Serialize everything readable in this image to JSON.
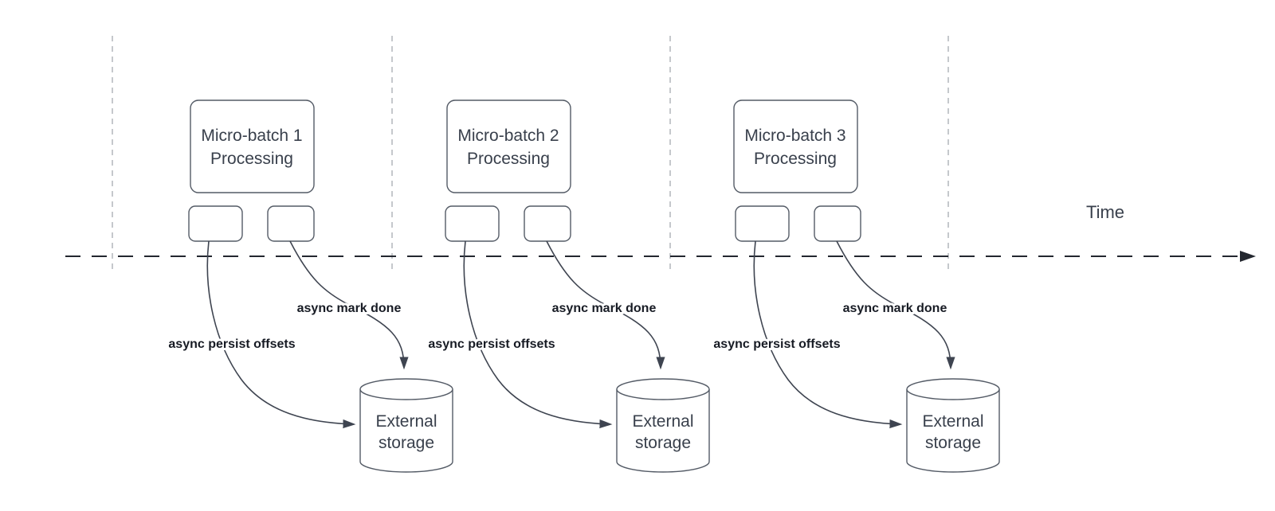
{
  "diagram": {
    "time_axis_label": "Time",
    "batches": [
      {
        "title_line1": "Micro-batch 1",
        "title_line2": "Processing",
        "persist_label": "async persist offsets",
        "mark_done_label": "async mark done",
        "storage_line1": "External",
        "storage_line2": "storage"
      },
      {
        "title_line1": "Micro-batch 2",
        "title_line2": "Processing",
        "persist_label": "async persist offsets",
        "mark_done_label": "async mark done",
        "storage_line1": "External",
        "storage_line2": "storage"
      },
      {
        "title_line1": "Micro-batch 3",
        "title_line2": "Processing",
        "persist_label": "async persist offsets",
        "mark_done_label": "async mark done",
        "storage_line1": "External",
        "storage_line2": "storage"
      }
    ],
    "colors": {
      "background": "#ffffff",
      "shape_stroke": "#545b66",
      "curve_stroke": "#3e4450",
      "boundary_stroke": "#b2b5bb",
      "timeline_stroke": "#23272f",
      "text_color": "#39404c",
      "label_color": "#171b24"
    }
  }
}
